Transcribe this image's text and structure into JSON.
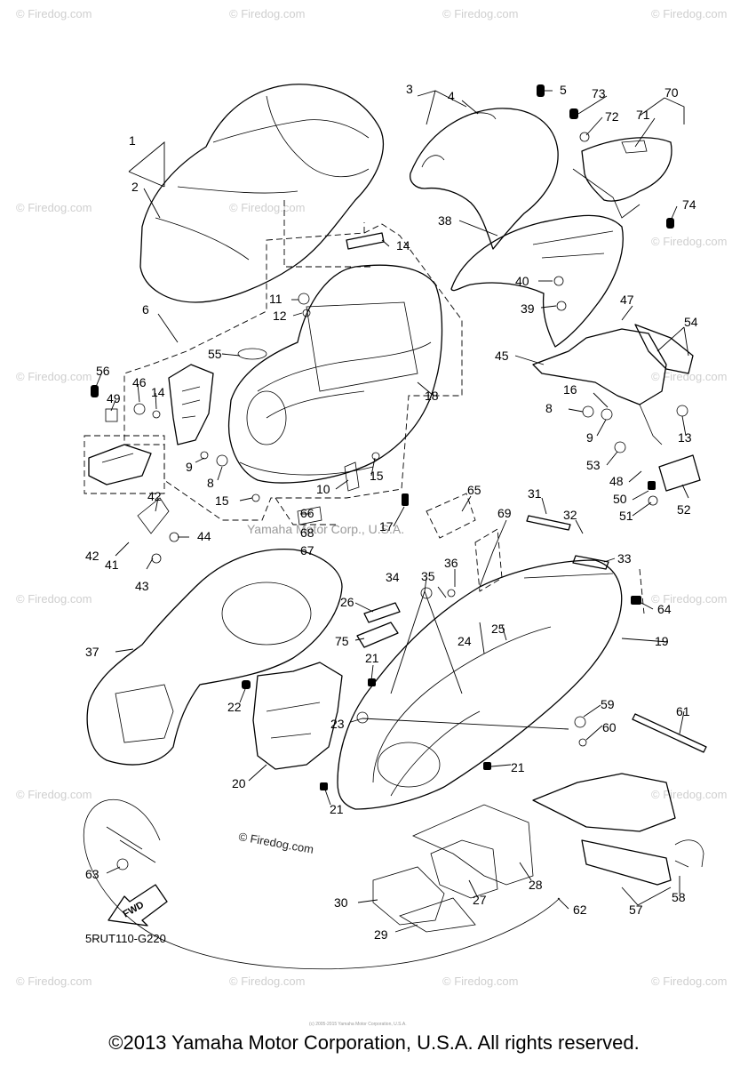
{
  "diagram": {
    "callouts": [
      "1",
      "2",
      "3",
      "4",
      "5",
      "73",
      "72",
      "71",
      "70",
      "74",
      "14",
      "11",
      "12",
      "6",
      "38",
      "40",
      "39",
      "47",
      "54",
      "45",
      "55",
      "56",
      "49",
      "46",
      "14",
      "18",
      "16",
      "8",
      "9",
      "13",
      "53",
      "48",
      "50",
      "51",
      "52",
      "9",
      "8",
      "15",
      "10",
      "15",
      "17",
      "42",
      "44",
      "66",
      "68",
      "67",
      "65",
      "31",
      "32",
      "33",
      "42",
      "41",
      "43",
      "34",
      "35",
      "36",
      "69",
      "64",
      "37",
      "26",
      "75",
      "24",
      "25",
      "19",
      "21",
      "22",
      "23",
      "59",
      "60",
      "61",
      "20",
      "21",
      "21",
      "63",
      "30",
      "27",
      "28",
      "62",
      "57",
      "58",
      "29"
    ],
    "drawing_code": "5RUT110-G220",
    "fwd_label": "FWD",
    "watermark_text": "© Firedog.com",
    "watermark_mid": "Yamaha Motor Corp., U.S.A.",
    "watermark_mid_2": "© Firedog.com",
    "tiny_copyright": "(c) 2005-2015 Yamaha Motor Corporation, U.S.A."
  },
  "footer": {
    "copyright": "©2013 Yamaha Motor Corporation, U.S.A. All rights reserved."
  }
}
